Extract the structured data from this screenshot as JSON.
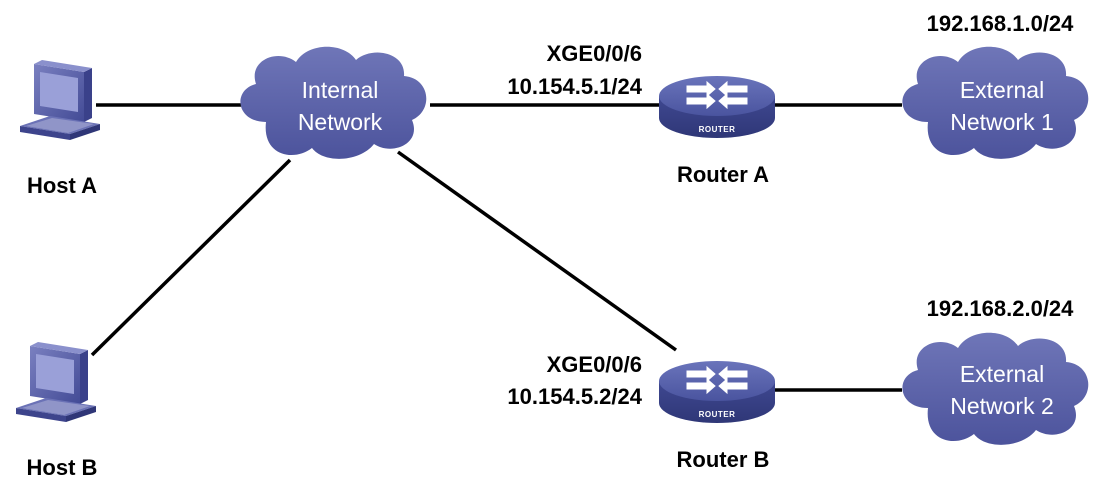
{
  "hosts": {
    "host_a": {
      "label": "Host A"
    },
    "host_b": {
      "label": "Host B"
    }
  },
  "clouds": {
    "internal": {
      "line1": "Internal",
      "line2": "Network"
    },
    "external1": {
      "line1": "External",
      "line2": "Network 1"
    },
    "external2": {
      "line1": "External",
      "line2": "Network 2"
    }
  },
  "routers": {
    "router_a": {
      "label": "Router A",
      "badge": "ROUTER",
      "interface": "XGE0/0/6",
      "ip": "10.154.5.1/24",
      "external_subnet": "192.168.1.0/24"
    },
    "router_b": {
      "label": "Router B",
      "badge": "ROUTER",
      "interface": "XGE0/0/6",
      "ip": "10.154.5.2/24",
      "external_subnet": "192.168.2.0/24"
    }
  },
  "colors": {
    "cloud": "#5a62a8",
    "router": "#4f5aa6",
    "link": "#000000"
  }
}
